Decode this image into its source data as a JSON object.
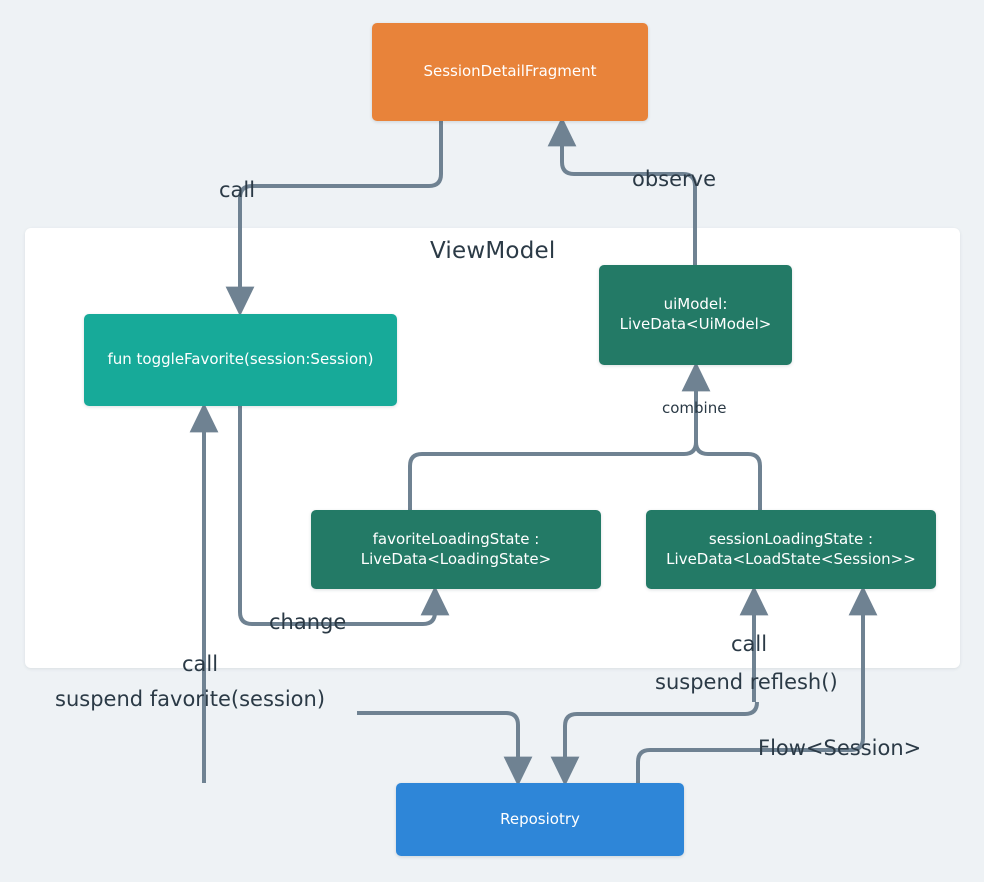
{
  "diagram": {
    "title": "SessionDetailFragment / ViewModel / Repository data flow",
    "background_color": "#eef2f5",
    "connector_color": "#6f8292",
    "text_color": "#2b3a46"
  },
  "panel": {
    "name": "ViewModel",
    "label": "ViewModel",
    "background_color": "#ffffff"
  },
  "nodes": [
    {
      "id": "fragment",
      "label": "SessionDetailFragment",
      "color": "#E8833A"
    },
    {
      "id": "togglefav",
      "label": "fun toggleFavorite(session:Session)",
      "color": "#17AA99"
    },
    {
      "id": "uimodel",
      "label": "uiModel:\nLiveData<UiModel>",
      "color": "#237A66"
    },
    {
      "id": "favstate",
      "label": "favoriteLoadingState :\nLiveData<LoadingState>",
      "color": "#237A66"
    },
    {
      "id": "sessionstate",
      "label": "sessionLoadingState :\nLiveData<LoadState<Session>>",
      "color": "#237A66"
    },
    {
      "id": "repository",
      "label": "Reposiotry",
      "color": "#2E86D8"
    }
  ],
  "edges": [
    {
      "id": "call-top",
      "label": "call",
      "from": "fragment",
      "to": "togglefav"
    },
    {
      "id": "observe",
      "label": "observe",
      "from": "uimodel",
      "to": "fragment"
    },
    {
      "id": "combine",
      "label": "combine",
      "from": "favstate + sessionstate",
      "to": "uimodel"
    },
    {
      "id": "change",
      "label": "change",
      "from": "togglefav",
      "to": "favstate"
    },
    {
      "id": "call-left",
      "label": "call",
      "from": "repository",
      "to": "togglefav"
    },
    {
      "id": "call-right",
      "label": "call",
      "from": "repository",
      "to": "sessionstate"
    },
    {
      "id": "suspend-favorite",
      "label": "suspend favorite(session)",
      "from": "togglefav",
      "to": "repository"
    },
    {
      "id": "suspend-reflesh",
      "label": "suspend reflesh()",
      "from": "sessionstate",
      "to": "repository"
    },
    {
      "id": "flow-session",
      "label": "Flow<Session>",
      "from": "repository",
      "to": "sessionstate"
    }
  ]
}
